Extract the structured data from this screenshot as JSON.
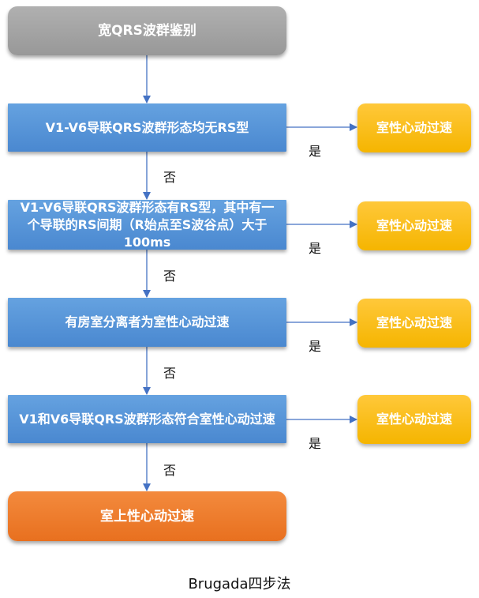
{
  "title": "宽QRS波群鉴别",
  "steps": [
    {
      "text": "V1-V6导联QRS波群形态均无RS型"
    },
    {
      "text": "V1-V6导联QRS波群形态有RS型，其中有一个导联的RS间期（R始点至S波谷点）大于100ms"
    },
    {
      "text": "有房室分离者为室性心动过速"
    },
    {
      "text": "V1和V6导联QRS波群形态符合室性心动过速"
    }
  ],
  "outcomes": {
    "yes_result": [
      "室性心动过速",
      "室性心动过速",
      "室性心动过速",
      "室性心动过速"
    ],
    "final_result": "室上性心动过速"
  },
  "labels": {
    "yes": [
      "是",
      "是",
      "是",
      "是"
    ],
    "no": [
      "否",
      "否",
      "否",
      "否"
    ]
  },
  "caption": "Brugada四步法",
  "colors": {
    "start_box": "#a3a3a3",
    "step_box": "#5b9bd5",
    "vt_box": "#ffc000",
    "svt_box": "#ed7d31",
    "arrow": "#4472c4"
  }
}
